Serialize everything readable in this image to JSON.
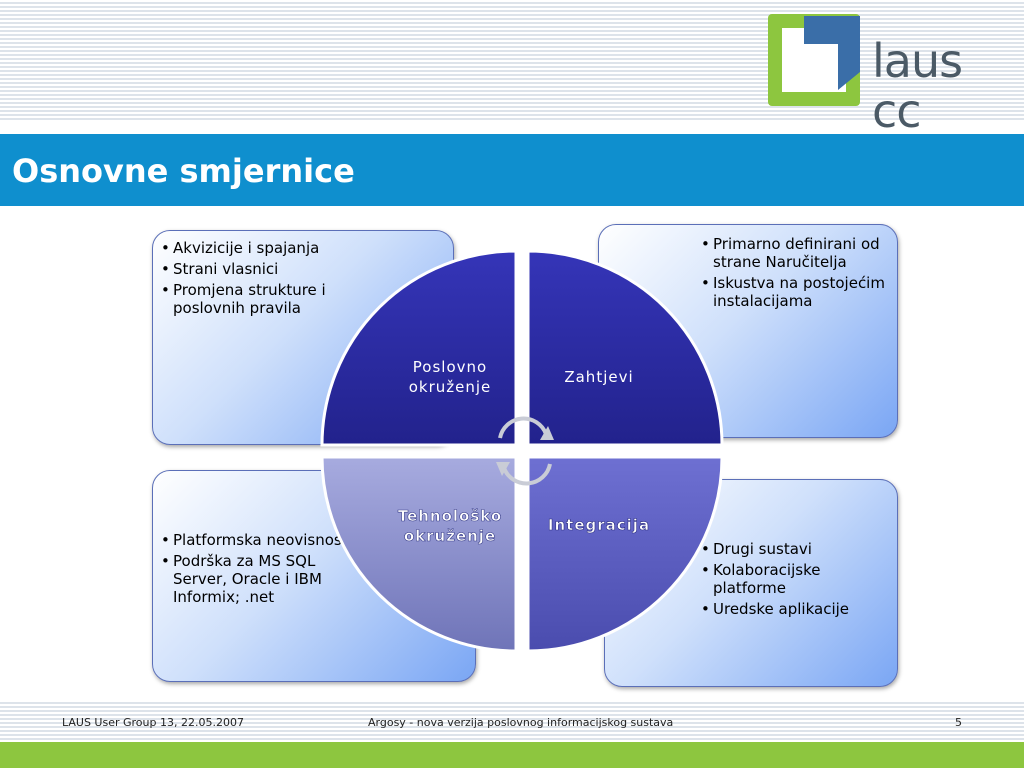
{
  "header": {
    "logo_text": "laus cc",
    "colors": {
      "logo_green": "#8dc63f",
      "logo_blue": "#3a6ea8"
    }
  },
  "slide": {
    "title": "Osnovne smjernice"
  },
  "quadrants": {
    "top_left_label": [
      "Poslovno",
      "okruženje"
    ],
    "top_right_label": [
      "Zahtjevi"
    ],
    "bottom_left_label": [
      "Tehnološko",
      "okruženje"
    ],
    "bottom_right_label": [
      "Integracija"
    ]
  },
  "boxes": {
    "top_left": [
      "Akvizicije i spajanja",
      "Strani vlasnici",
      "Promjena strukture i poslovnih pravila"
    ],
    "top_right": [
      "Primarno definirani od strane Naručitelja",
      "Iskustva na postojećim instalacijama"
    ],
    "bottom_left": [
      "Platformska neovisnost",
      "Podrška za MS SQL Server, Oracle i IBM Informix; .net"
    ],
    "bottom_right": [
      "Drugi sustavi",
      "Kolaboracijske platforme",
      "Uredske aplikacije"
    ]
  },
  "footer": {
    "left": "LAUS User Group 13, 22.05.2007",
    "center": "Argosy - nova verzija poslovnog informacijskog sustava",
    "page_number": "5"
  },
  "colors": {
    "title_bar": "#0f8fce",
    "quadrant_top": "#2a2aa0",
    "quadrant_bottom_left": "#9a9fd6",
    "quadrant_bottom_right": "#5a5cc4",
    "footer_green": "#8dc63f"
  }
}
